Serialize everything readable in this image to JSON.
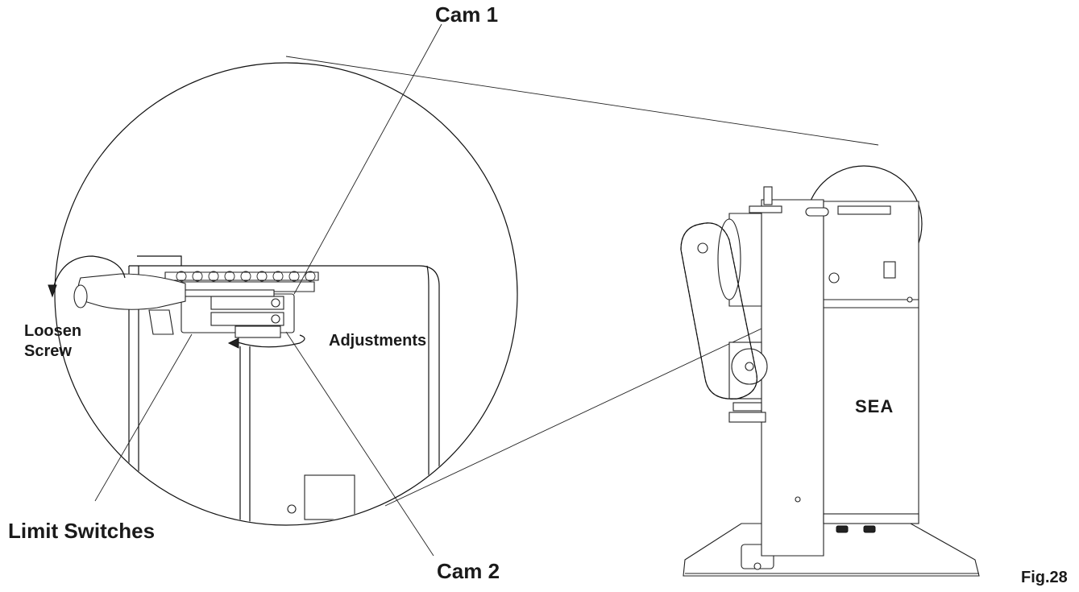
{
  "figure": {
    "caption": "Fig.28",
    "labels": {
      "cam1": "Cam 1",
      "cam2": "Cam 2",
      "loosen_line1": "Loosen",
      "loosen_line2": "Screw",
      "adjustments": "Adjustments",
      "limit_switches": "Limit Switches",
      "brand_mark": "SEA"
    }
  }
}
